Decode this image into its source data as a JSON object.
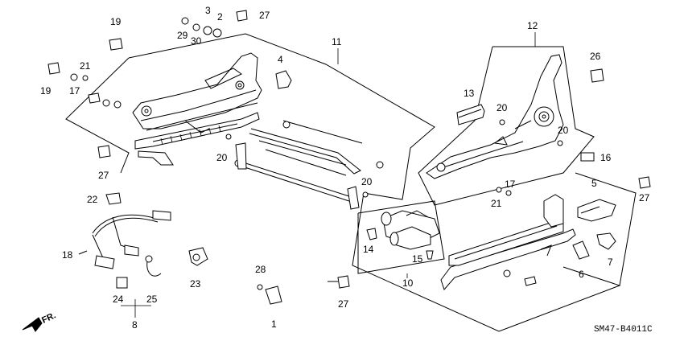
{
  "diagram": {
    "callouts": [
      "1",
      "2",
      "3",
      "4",
      "5",
      "6",
      "7",
      "8",
      "10",
      "11",
      "12",
      "13",
      "14",
      "15",
      "16",
      "17",
      "17",
      "18",
      "19",
      "19",
      "20",
      "20",
      "20",
      "20",
      "21",
      "21",
      "22",
      "23",
      "24",
      "25",
      "26",
      "27",
      "27",
      "27",
      "27",
      "28",
      "29",
      "30"
    ],
    "diagram_code": "SM47-B4011C",
    "direction_label": "FR."
  }
}
